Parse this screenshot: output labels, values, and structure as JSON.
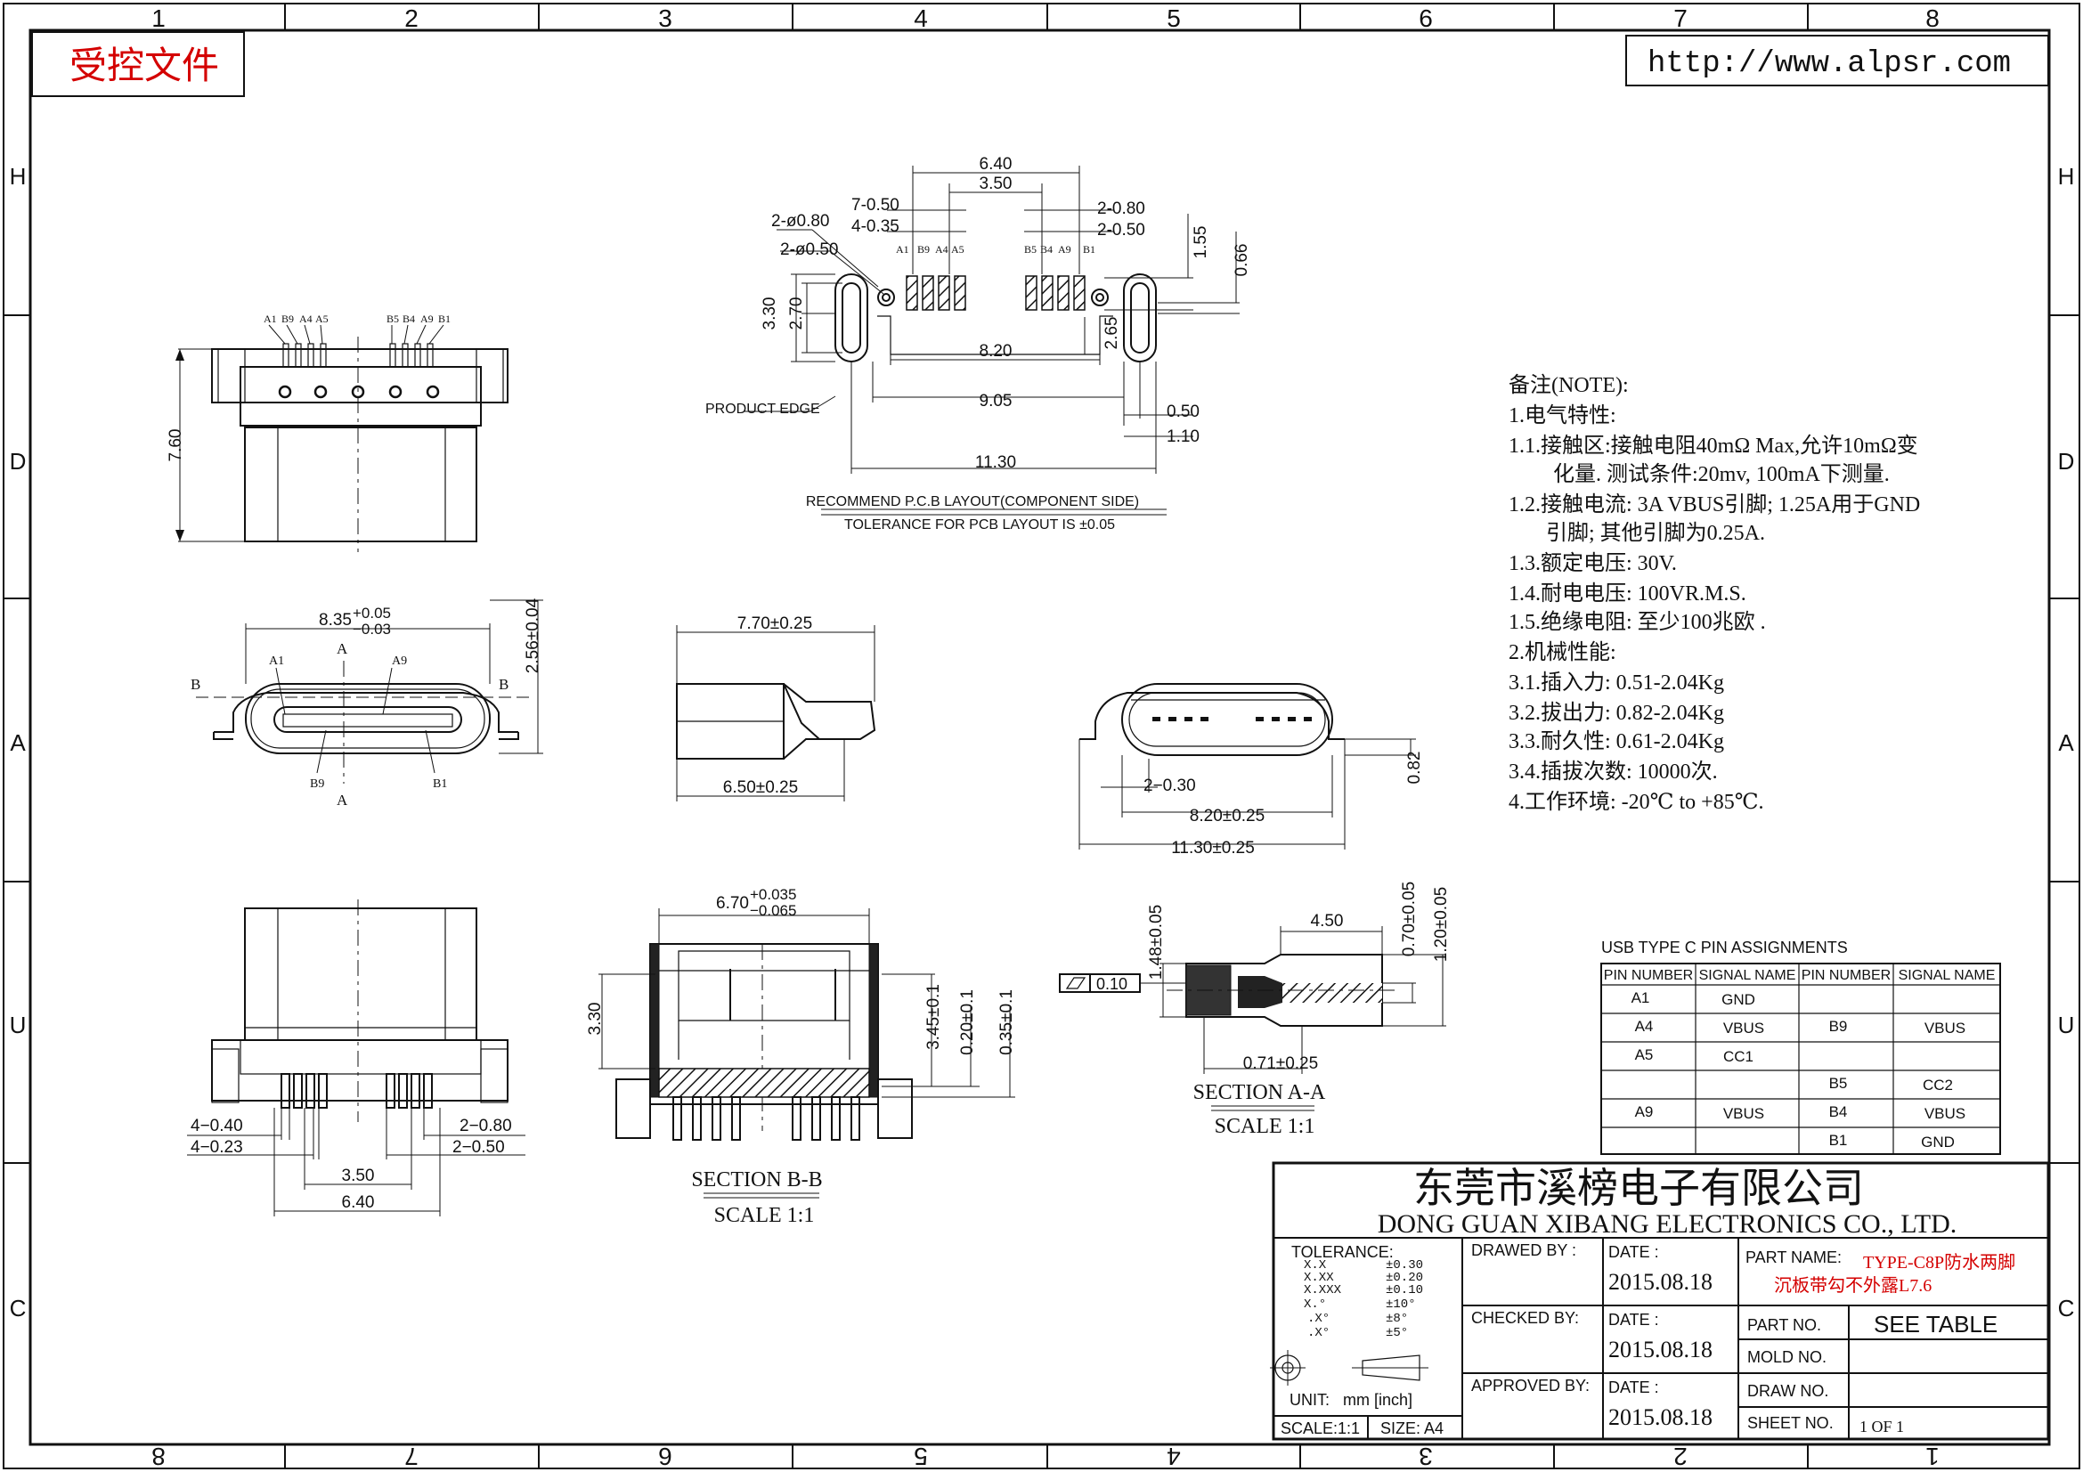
{
  "frame": {
    "top_columns": [
      "1",
      "2",
      "3",
      "4",
      "5",
      "6",
      "7",
      "8"
    ],
    "bottom_columns": [
      "8",
      "7",
      "6",
      "5",
      "4",
      "3",
      "2",
      "1"
    ],
    "rows": [
      "H",
      "D",
      "A",
      "U",
      "C"
    ]
  },
  "header": {
    "controlled_stamp": "受控文件",
    "website": "http://www.alpsr.com"
  },
  "pcb_layout": {
    "dims": {
      "d640": "6.40",
      "d350": "3.50",
      "d7x050": "7-0.50",
      "d4x035": "4-0.35",
      "d2x080_right": "2-0.80",
      "d2x050_right": "2-0.50",
      "d2phi080": "2-ø0.80",
      "d2phi050": "2-ø0.50",
      "d330": "3.30",
      "d270": "2.70",
      "d155": "1.55",
      "d066": "0.66",
      "d820": "8.20",
      "d265": "2.65",
      "d905": "9.05",
      "d050": "0.50",
      "d110": "1.10",
      "d1130": "11.30"
    },
    "pins_left": [
      "A1",
      "B9",
      "A4",
      "A5"
    ],
    "pins_right": [
      "B5",
      "B4",
      "A9",
      "B1"
    ],
    "product_edge": "PRODUCT EDGE",
    "title": "RECOMMEND P.C.B LAYOUT(COMPONENT SIDE)",
    "tolerance": "TOLERANCE FOR PCB LAYOUT IS ±0.05"
  },
  "top_view": {
    "pins_left": [
      "A1",
      "B9",
      "A4",
      "A5"
    ],
    "pins_right": [
      "B5",
      "B4",
      "A9",
      "B1"
    ],
    "dim_height": "7.60"
  },
  "front_view": {
    "width_nominal": "8.35",
    "width_plus": "+0.05",
    "width_minus": "−0.03",
    "height": "2.56±0.04",
    "label_A_top": "A",
    "label_A_bottom": "A",
    "label_B_left": "B",
    "label_B_right": "B",
    "pin_A1": "A1",
    "pin_A9": "A9",
    "pin_B9": "B9",
    "pin_B1": "B1"
  },
  "side_view": {
    "top": "7.70±0.25",
    "bottom": "6.50±0.25"
  },
  "end_view": {
    "d2x030": "2−0.30",
    "d082": "0.82",
    "d820": "8.20±0.25",
    "d1130": "11.30±0.25"
  },
  "notes": {
    "title": "备注(NOTE):",
    "lines": [
      "1.电气特性:",
      "1.1.接触区:接触电阻40mΩ Max,允许10mΩ变",
      "化量. 测试条件:20mv, 100mA下测量.",
      "1.2.接触电流: 3A VBUS引脚; 1.25A用于GND",
      "引脚; 其他引脚为0.25A.",
      "1.3.额定电压: 30V.",
      "1.4.耐电电压: 100VR.M.S.",
      "1.5.绝缘电阻: 至少100兆欧 .",
      "2.机械性能:",
      "3.1.插入力: 0.51-2.04Kg",
      "3.2.拔出力: 0.82-2.04Kg",
      "3.3.耐久性: 0.61-2.04Kg",
      "3.4.插拔次数: 10000次.",
      "4.工作环境: -20℃ to +85℃."
    ]
  },
  "bottom_view": {
    "d4x040": "4−0.40",
    "d4x023": "4−0.23",
    "d2x080": "2−0.80",
    "d2x050": "2−0.50",
    "d350": "3.50",
    "d640": "6.40"
  },
  "section_bb": {
    "width_nominal": "6.70",
    "width_plus": "+0.035",
    "width_minus": "−0.065",
    "d330": "3.30",
    "d345": "3.45±0.1",
    "d020": "0.20±0.1",
    "d035": "0.35±0.1",
    "title": "SECTION B-B",
    "scale": "SCALE 1:1"
  },
  "section_aa": {
    "flatness": "0.10",
    "d450": "4.50",
    "d148": "1.48±0.05",
    "d070": "0.70±0.05",
    "d120": "1.20±0.05",
    "d071": "0.71±0.25",
    "title": "SECTION A-A",
    "scale": "SCALE 1:1"
  },
  "pin_table": {
    "title": "USB TYPE C PIN ASSIGNMENTS",
    "headers": [
      "PIN NUMBER",
      "SIGNAL NAME",
      "PIN NUMBER",
      "SIGNAL NAME"
    ],
    "rows": [
      [
        "A1",
        "GND",
        "",
        ""
      ],
      [
        "A4",
        "VBUS",
        "B9",
        "VBUS"
      ],
      [
        "A5",
        "CC1",
        "",
        ""
      ],
      [
        "",
        "",
        "B5",
        "CC2"
      ],
      [
        "A9",
        "VBUS",
        "B4",
        "VBUS"
      ],
      [
        "",
        "",
        "B1",
        "GND"
      ]
    ]
  },
  "title_block": {
    "company_cn": "东莞市溪榜电子有限公司",
    "company_en": "DONG GUAN XIBANG ELECTRONICS CO., LTD.",
    "tolerance_label": "TOLERANCE:",
    "tolerances": [
      [
        "X.X",
        "±0.30"
      ],
      [
        "X.XX",
        "±0.20"
      ],
      [
        "X.XXX",
        "±0.10"
      ],
      [
        "X.°",
        "±10°"
      ],
      [
        ".X°",
        "±8°"
      ],
      [
        ".X°",
        "±5°"
      ]
    ],
    "unit_label": "UNIT:",
    "unit_value": "mm [inch]",
    "scale": "SCALE:1:1",
    "size": "SIZE: A4",
    "drawed_by": "DRAWED BY :",
    "checked_by": "CHECKED BY:",
    "approved_by": "APPROVED BY:",
    "date_label": "DATE :",
    "date1": "2015.08.18",
    "date2": "2015.08.18",
    "date3": "2015.08.18",
    "part_name_label": "PART NAME:",
    "part_name_1": "TYPE-C8P防水两脚",
    "part_name_2": "沉板带勾不外露L7.6",
    "part_no_label": "PART NO.",
    "part_no": "SEE TABLE",
    "mold_no_label": "MOLD NO.",
    "draw_no_label": "DRAW NO.",
    "sheet_no_label": "SHEET NO.",
    "sheet_no": "1 OF 1"
  }
}
